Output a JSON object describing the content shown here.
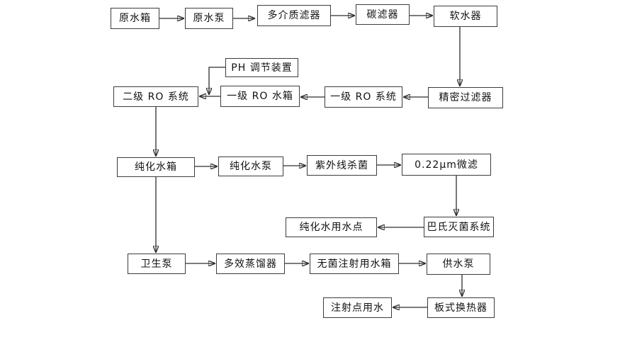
{
  "diagram": {
    "background_color": "#ffffff",
    "box_border_color": "#3c3c3c",
    "line_color": "#2e2e2e",
    "text_color": "#111111",
    "nodes": [
      {
        "id": "raw-water-tank",
        "label": "原水箱"
      },
      {
        "id": "raw-water-pump",
        "label": "原水泵"
      },
      {
        "id": "multimedia-filter",
        "label": "多介质滤器"
      },
      {
        "id": "carbon-filter",
        "label": "碳滤器"
      },
      {
        "id": "water-softener",
        "label": "软水器"
      },
      {
        "id": "precision-filter",
        "label": "精密过滤器"
      },
      {
        "id": "first-ro-system",
        "label": "一级 RO 系统"
      },
      {
        "id": "first-ro-tank",
        "label": "一级 RO 水箱"
      },
      {
        "id": "ph-adjustment-device",
        "label": "PH 调节装置"
      },
      {
        "id": "second-ro-system",
        "label": "二级 RO 系统"
      },
      {
        "id": "purified-water-tank",
        "label": "纯化水箱"
      },
      {
        "id": "purified-water-pump",
        "label": "纯化水泵"
      },
      {
        "id": "uv-sterilizer",
        "label": "紫外线杀菌"
      },
      {
        "id": "micron-filter",
        "label": "0.22μm微滤"
      },
      {
        "id": "pasteurization-system",
        "label": "巴氏灭菌系统"
      },
      {
        "id": "purified-water-use-point",
        "label": "纯化水用水点"
      },
      {
        "id": "sanitary-pump",
        "label": "卫生泵"
      },
      {
        "id": "multi-effect-distiller",
        "label": "多效蒸馏器"
      },
      {
        "id": "sterile-wfi-tank",
        "label": "无菌注射用水箱"
      },
      {
        "id": "supply-pump",
        "label": "供水泵"
      },
      {
        "id": "plate-heat-exchanger",
        "label": "板式换热器"
      },
      {
        "id": "injection-use-point",
        "label": "注射点用水"
      }
    ],
    "edges": [
      {
        "from": "raw-water-tank",
        "to": "raw-water-pump"
      },
      {
        "from": "raw-water-pump",
        "to": "multimedia-filter"
      },
      {
        "from": "multimedia-filter",
        "to": "carbon-filter"
      },
      {
        "from": "carbon-filter",
        "to": "water-softener"
      },
      {
        "from": "water-softener",
        "to": "precision-filter"
      },
      {
        "from": "precision-filter",
        "to": "first-ro-system"
      },
      {
        "from": "first-ro-system",
        "to": "first-ro-tank"
      },
      {
        "from": "first-ro-tank",
        "to": "second-ro-system"
      },
      {
        "from": "ph-adjustment-device",
        "to": "second-ro-system"
      },
      {
        "from": "second-ro-system",
        "to": "purified-water-tank"
      },
      {
        "from": "purified-water-tank",
        "to": "purified-water-pump"
      },
      {
        "from": "purified-water-pump",
        "to": "uv-sterilizer"
      },
      {
        "from": "uv-sterilizer",
        "to": "micron-filter"
      },
      {
        "from": "micron-filter",
        "to": "pasteurization-system"
      },
      {
        "from": "pasteurization-system",
        "to": "purified-water-use-point"
      },
      {
        "from": "purified-water-tank",
        "to": "sanitary-pump"
      },
      {
        "from": "sanitary-pump",
        "to": "multi-effect-distiller"
      },
      {
        "from": "multi-effect-distiller",
        "to": "sterile-wfi-tank"
      },
      {
        "from": "sterile-wfi-tank",
        "to": "supply-pump"
      },
      {
        "from": "supply-pump",
        "to": "plate-heat-exchanger"
      },
      {
        "from": "plate-heat-exchanger",
        "to": "injection-use-point"
      }
    ]
  }
}
